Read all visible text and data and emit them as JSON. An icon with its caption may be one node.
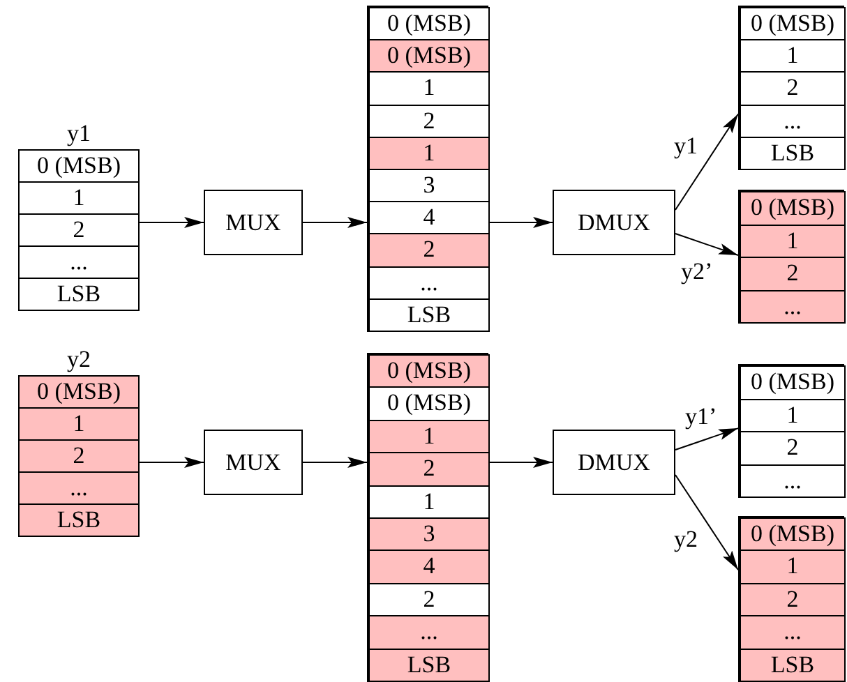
{
  "diagram": {
    "nodes": [
      {
        "text": [
          "y1"
        ]
      },
      {
        "text": [
          "0 (MSB)"
        ],
        "in": 0
      },
      {
        "text": [
          "1"
        ],
        "in": 0
      },
      {
        "text": [
          "2"
        ],
        "in": 0
      },
      {
        "text": [
          "..."
        ],
        "in": 0
      },
      {
        "text": [
          "LSB"
        ],
        "in": 0
      },
      {
        "text": [
          "MUX"
        ]
      },
      {
        "text": [],
        "shape": "box"
      },
      {
        "text": [
          "0 (MSB)"
        ],
        "in": 7
      },
      {
        "text": [
          "0 (MSB)"
        ],
        "in": 7
      },
      {
        "text": [
          "1"
        ],
        "in": 7
      },
      {
        "text": [
          "2"
        ],
        "in": 7
      },
      {
        "text": [
          "1"
        ],
        "in": 7
      },
      {
        "text": [
          "3"
        ],
        "in": 7
      },
      {
        "text": [
          "4"
        ],
        "in": 7
      },
      {
        "text": [
          "2"
        ],
        "in": 7
      },
      {
        "text": [
          "..."
        ],
        "in": 7
      },
      {
        "text": [
          "LSB"
        ],
        "in": 7
      },
      {
        "text": [
          "DMUX"
        ]
      },
      {
        "text": [],
        "shape": "box"
      },
      {
        "text": [
          "0 (MSB)"
        ],
        "in": 19
      },
      {
        "text": [
          "1"
        ],
        "in": 19
      },
      {
        "text": [
          "2"
        ],
        "in": 19
      },
      {
        "text": [
          "..."
        ],
        "in": 19
      },
      {
        "text": [
          "LSB"
        ],
        "in": 19
      },
      {
        "text": [],
        "shape": "box"
      },
      {
        "text": [
          "0 (MSB)"
        ],
        "in": 25
      },
      {
        "text": [
          "1"
        ],
        "in": 25
      },
      {
        "text": [
          "2"
        ],
        "in": 25
      },
      {
        "text": [
          "..."
        ],
        "in": 25
      },
      {
        "text": [
          "y2"
        ]
      },
      {
        "text": [
          "0 (MSB)"
        ],
        "in": 30
      },
      {
        "text": [
          "1"
        ],
        "in": 30
      },
      {
        "text": [
          "2"
        ],
        "in": 30
      },
      {
        "text": [
          "..."
        ],
        "in": 30
      },
      {
        "text": [
          "LSB"
        ],
        "in": 30
      },
      {
        "text": [
          "MUX"
        ]
      },
      {
        "text": [],
        "shape": "box"
      },
      {
        "text": [
          "0 (MSB)"
        ],
        "in": 37
      },
      {
        "text": [
          "0 (MSB)"
        ],
        "in": 37
      },
      {
        "text": [
          "1"
        ],
        "in": 37
      },
      {
        "text": [
          "2"
        ],
        "in": 37
      },
      {
        "text": [
          "1"
        ],
        "in": 37
      },
      {
        "text": [
          "3"
        ],
        "in": 37
      },
      {
        "text": [
          "4"
        ],
        "in": 37
      },
      {
        "text": [
          "2"
        ],
        "in": 37
      },
      {
        "text": [
          "..."
        ],
        "in": 37
      },
      {
        "text": [
          "LSB"
        ],
        "in": 37
      },
      {
        "text": [
          "DMUX"
        ]
      },
      {
        "text": [],
        "shape": "box"
      },
      {
        "text": [
          "0 (MSB)"
        ],
        "in": 49
      },
      {
        "text": [
          "1"
        ],
        "in": 49
      },
      {
        "text": [
          "2"
        ],
        "in": 49
      },
      {
        "text": [
          "..."
        ],
        "in": 49
      },
      {
        "text": [],
        "shape": "box"
      },
      {
        "text": [
          "0 (MSB)"
        ],
        "in": 54
      },
      {
        "text": [
          "1"
        ],
        "in": 54
      },
      {
        "text": [
          "2"
        ],
        "in": 54
      },
      {
        "text": [
          "..."
        ],
        "in": 54
      },
      {
        "text": [
          "LSB"
        ],
        "in": 54
      }
    ],
    "edges": [
      {
        "from": 0,
        "to": 6,
        "arrow": "to"
      },
      {
        "from": 6,
        "to": 7,
        "arrow": "to"
      },
      {
        "from": 7,
        "to": 18,
        "arrow": "to"
      },
      {
        "from": 18,
        "to": 19,
        "arrow": "to",
        "label": "y1"
      },
      {
        "from": 18,
        "to": 25,
        "arrow": "to",
        "label": "y2’"
      },
      {
        "from": 30,
        "to": 36,
        "arrow": "to"
      },
      {
        "from": 36,
        "to": 37,
        "arrow": "to"
      },
      {
        "from": 37,
        "to": 48,
        "arrow": "to"
      },
      {
        "from": 48,
        "to": 49,
        "arrow": "to",
        "label": "y1’"
      },
      {
        "from": 48,
        "to": 54,
        "arrow": "to",
        "label": "y2"
      }
    ]
  }
}
